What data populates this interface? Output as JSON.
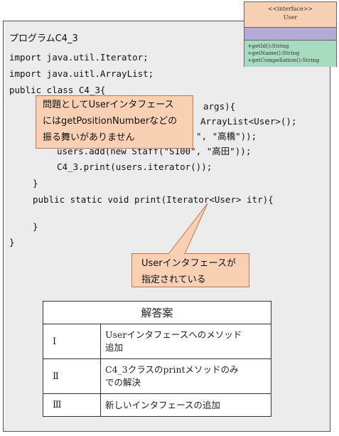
{
  "uml": {
    "stereotype": "<<interface>>",
    "name": "User",
    "methods": [
      "+getId():String",
      "+getName():String",
      "+getCompellation():String"
    ]
  },
  "title": "プログラムC4_3",
  "code_lines": [
    "import java.util.Iterator;",
    "import java.uitl.ArrayList;",
    "public class C4_3{",
    "args){",
    "ArrayList<User>();",
    "\", \"高橋\"));",
    "users.add(new Staff(\"S100\", \"高田\"));",
    "C4_3.print(users.iterator());",
    "}",
    "public static void print(Iterator<User> itr){",
    "}",
    "}"
  ],
  "callout1": {
    "lines": [
      "問題としてUserインタフェース",
      "にはgetPositionNumberなどの",
      "振る舞いがありません"
    ]
  },
  "callout2": {
    "lines": [
      "Userインタフェースが",
      "指定されている"
    ]
  },
  "answer_table": {
    "header": "解答案",
    "rows": [
      {
        "num": "Ⅰ",
        "lines": [
          "Userインタフェースへのメソッド",
          "追加"
        ]
      },
      {
        "num": "Ⅱ",
        "lines": [
          "C4_3クラスのprintメソッドのみ",
          "での解決"
        ]
      },
      {
        "num": "Ⅲ",
        "lines": [
          "新しいインタフェースの追加"
        ]
      }
    ]
  },
  "colors": {
    "callout_fill": "#f8d0b4",
    "callout_border": "#c6764c",
    "panel": "#ececec",
    "uml_methods": "#a8dcc0",
    "uml_attrs": "#b3aad6"
  }
}
